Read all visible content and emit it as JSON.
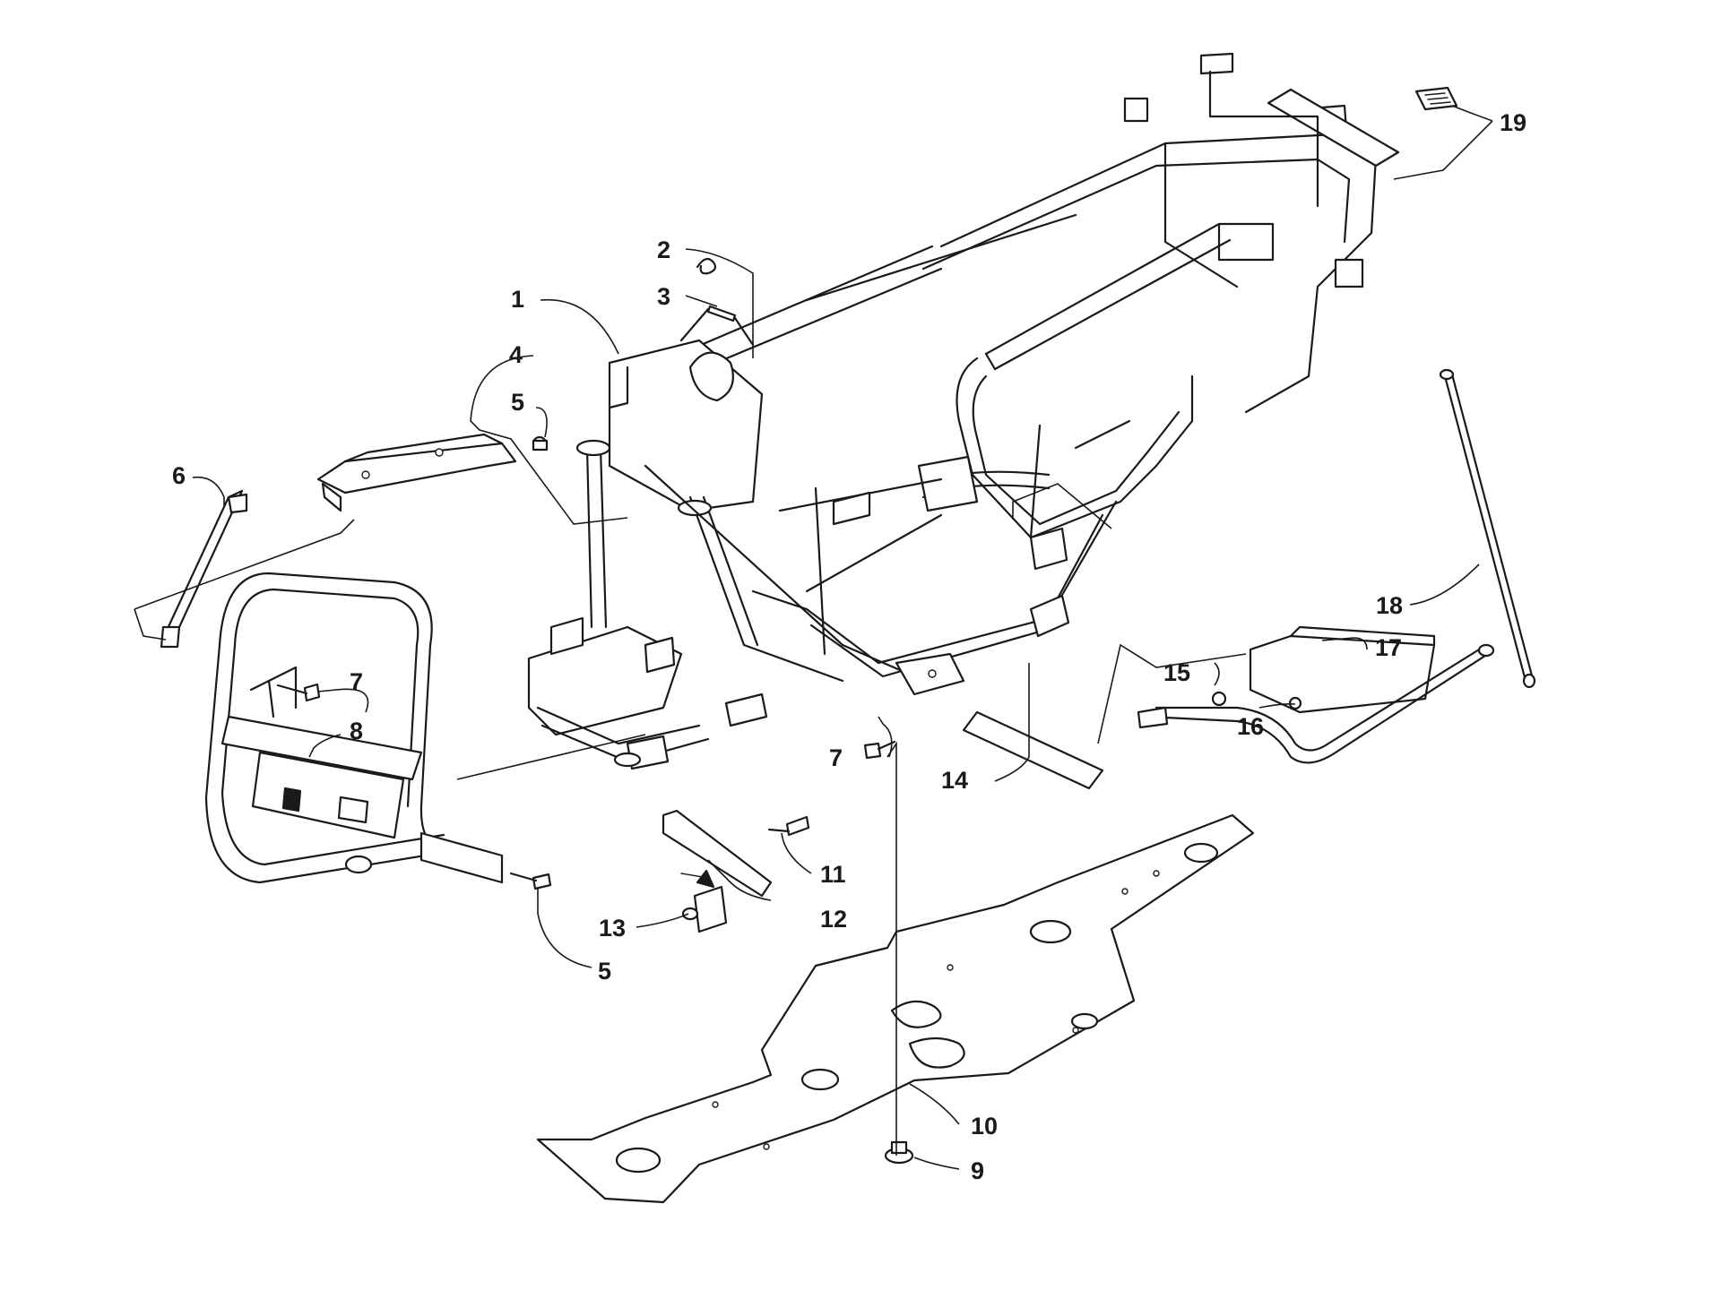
{
  "callouts": {
    "c1": "1",
    "c2": "2",
    "c3": "3",
    "c4": "4",
    "c5a": "5",
    "c5b": "5",
    "c6": "6",
    "c7a": "7",
    "c7b": "7",
    "c8": "8",
    "c9": "9",
    "c10": "10",
    "c11": "11",
    "c12": "12",
    "c13": "13",
    "c14": "14",
    "c15": "15",
    "c16": "16",
    "c17": "17",
    "c18": "18",
    "c19": "19"
  },
  "colors": {
    "ink": "#1a1a1a",
    "paper": "#ffffff"
  }
}
